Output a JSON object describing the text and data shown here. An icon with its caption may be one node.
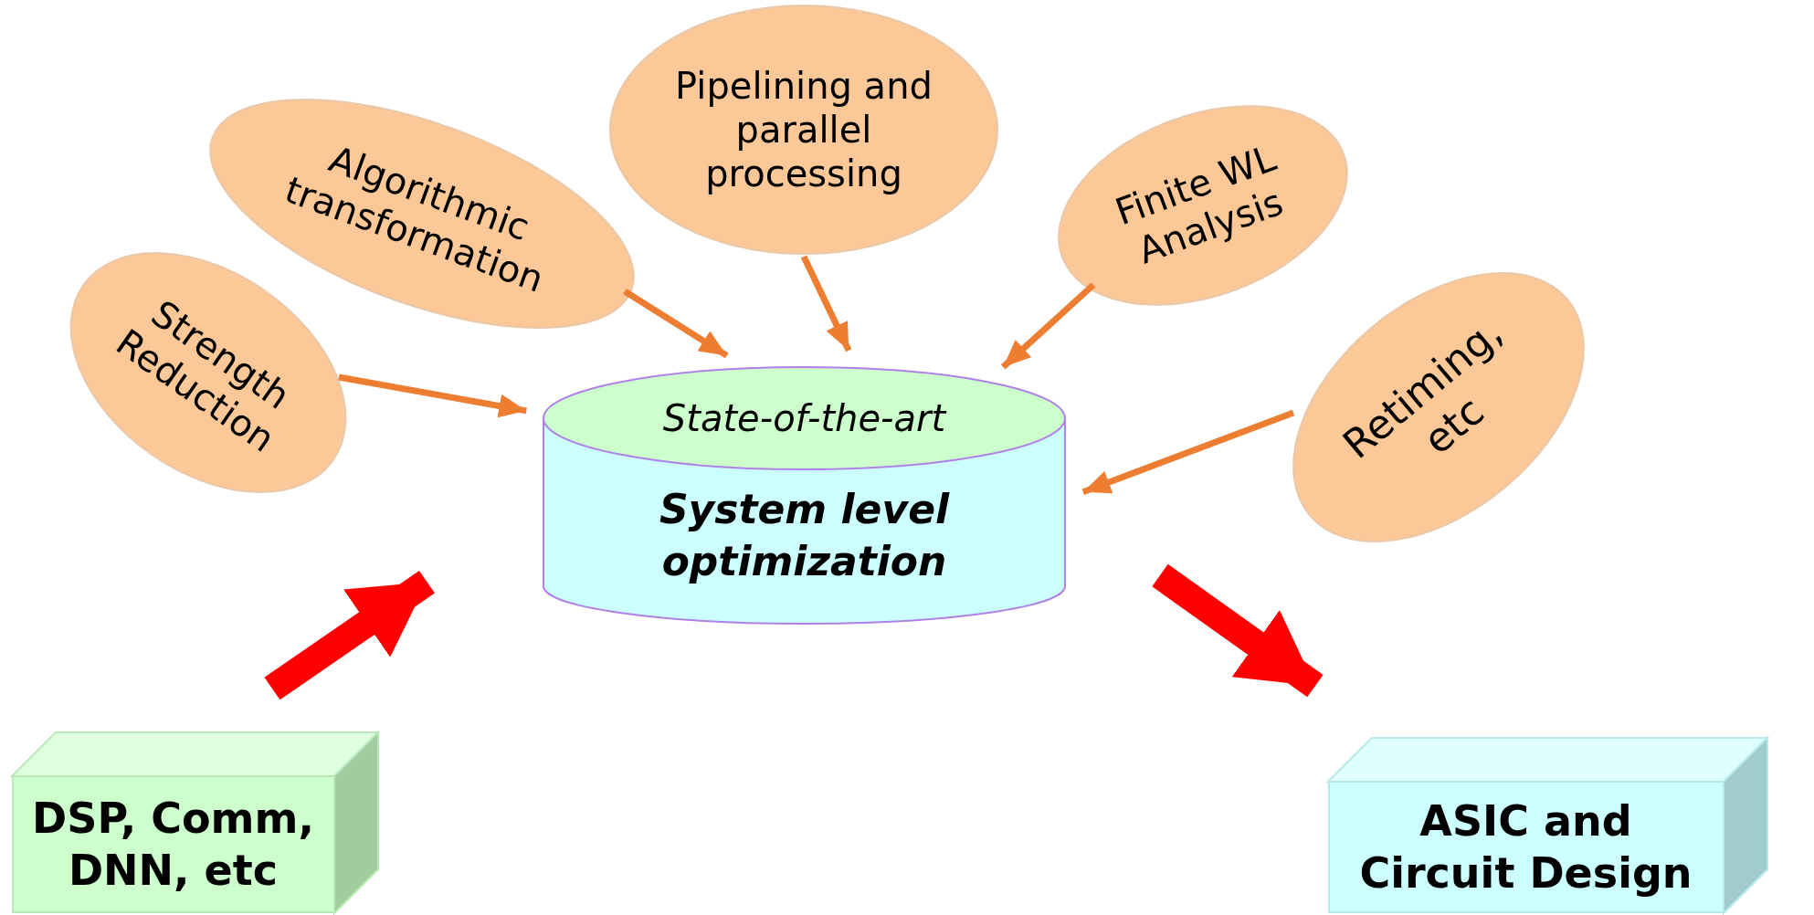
{
  "diagram": {
    "nodes": [
      {
        "text": [
          "Pipelining and parallel processing"
        ]
      },
      {
        "text": [
          "Algorithmic transformation"
        ]
      },
      {
        "text": [
          "Finite WL Analysis"
        ]
      },
      {
        "text": [
          "Strength Reduction"
        ]
      },
      {
        "text": [
          "Retiming, etc"
        ]
      },
      {
        "text": [
          "State-of-the-art",
          "System level optimization"
        ]
      },
      {
        "text": [
          "DSP, Comm, DNN,  etc"
        ]
      },
      {
        "text": [
          "ASIC and Circuit Design"
        ]
      }
    ],
    "edges": [
      {
        "from": 3,
        "to": 5,
        "arrow": "to"
      },
      {
        "from": 1,
        "to": 5,
        "arrow": "to"
      },
      {
        "from": 0,
        "to": 5,
        "arrow": "to"
      },
      {
        "from": 2,
        "to": 5,
        "arrow": "to"
      },
      {
        "from": 4,
        "to": 5,
        "arrow": "to"
      },
      {
        "from": 6,
        "to": 5,
        "arrow": "to",
        "style": "thick",
        "color": "#ff0000"
      },
      {
        "from": 5,
        "to": 7,
        "arrow": "to",
        "style": "thick",
        "color": "#ff0000"
      }
    ]
  }
}
